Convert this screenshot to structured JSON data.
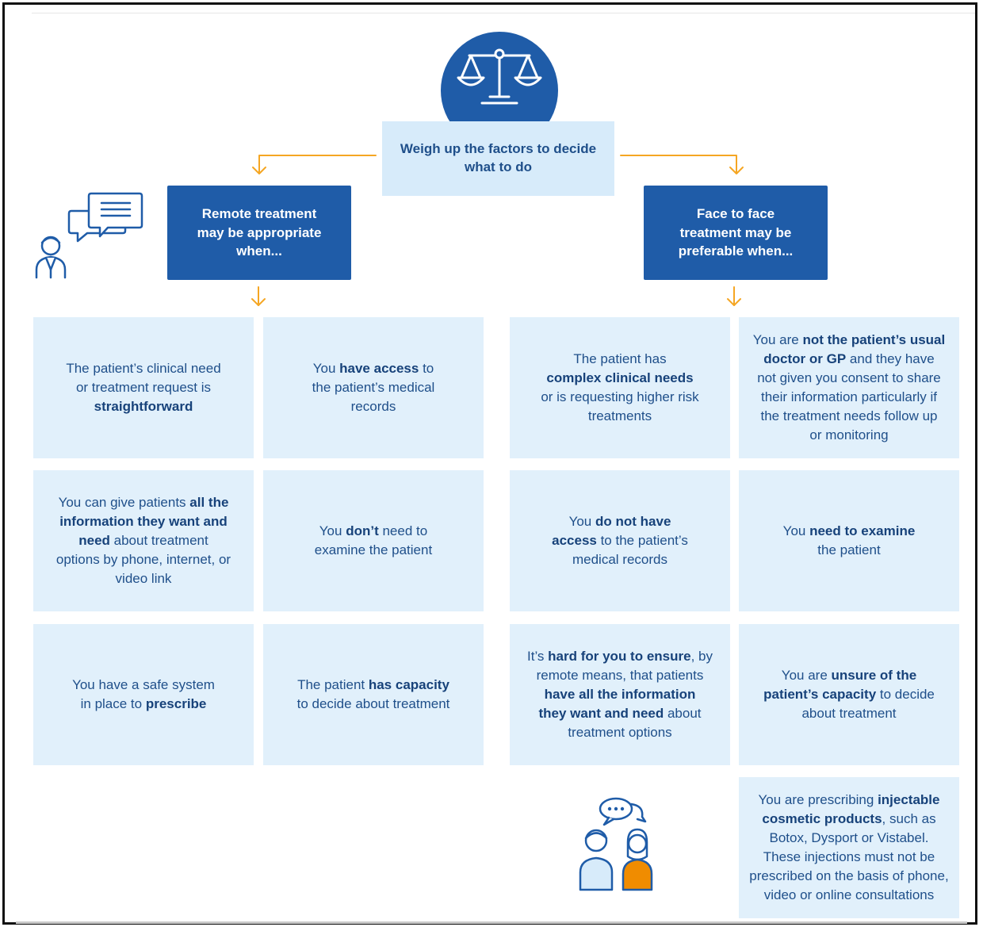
{
  "center": {
    "icon": "balance-scale-icon",
    "label_line1": "Weigh up the factors to decide",
    "label_line2": "what to do"
  },
  "remote": {
    "heading_line1": "Remote treatment",
    "heading_line2": "may be appropriate",
    "heading_line3": "when...",
    "icon": "person-chat-bubbles-icon",
    "cards": [
      [
        "The patient’s clinical need",
        "or treatment request is",
        "straightforward"
      ],
      [
        "You ",
        "have access",
        " to",
        "the patient’s medical",
        "records"
      ],
      [
        "You can give patients ",
        "all the",
        "information they want and",
        "need",
        " about treatment",
        "options by phone, internet, or",
        "video link"
      ],
      [
        "You ",
        "don’t",
        " need to",
        "examine the patient"
      ],
      [
        "You have a safe system",
        "in place to ",
        "prescribe"
      ],
      [
        "The patient ",
        "has capacity",
        "to decide about treatment"
      ]
    ]
  },
  "face": {
    "heading_line1": "Face to face",
    "heading_line2": "treatment may be",
    "heading_line3": "preferable when...",
    "icon": "two-people-talking-icon",
    "cards": [
      [
        "The patient has",
        "complex clinical needs",
        "or is requesting higher risk",
        "treatments"
      ],
      [
        "You are ",
        "not the patient’s usual",
        "doctor or GP",
        " and they have",
        "not given you consent to share",
        "their information particularly if",
        "the treatment needs follow up",
        "or monitoring"
      ],
      [
        "You ",
        "do not have",
        "access",
        " to the patient’s",
        "medical records"
      ],
      [
        "You ",
        "need to examine",
        "the patient"
      ],
      [
        "It’s ",
        "hard for you to ensure",
        ", by",
        "remote means, that patients",
        "have all the information",
        "they want and need",
        " about",
        "treatment options"
      ],
      [
        "You are ",
        "unsure of the",
        "patient’s capacity",
        " to decide",
        "about treatment"
      ],
      [
        "You are prescribing ",
        "injectable",
        "cosmetic products",
        ", such as",
        "Botox, Dysport or Vistabel.",
        "These injections must not be",
        "prescribed on the basis of phone,",
        "video or online consultations"
      ]
    ]
  },
  "colors": {
    "dark_blue": "#1f5ca8",
    "light_blue": "#e1f0fb",
    "arrow_orange": "#f5a623",
    "person_orange": "#f08c00"
  }
}
